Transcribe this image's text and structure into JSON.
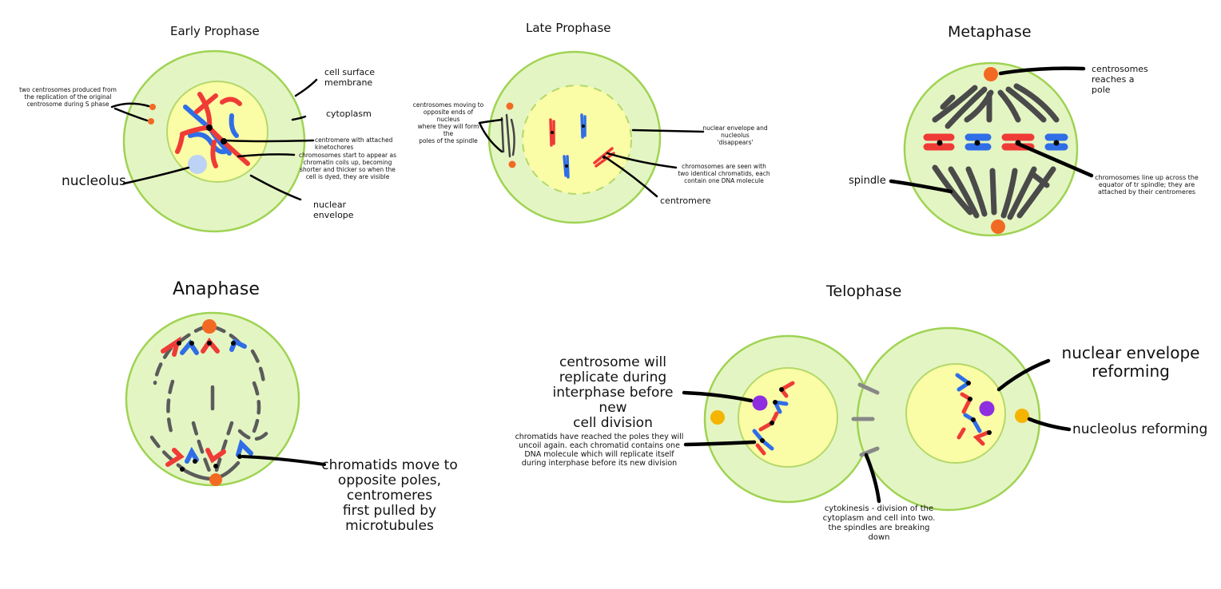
{
  "early_prophase": {
    "title": "Early Prophase",
    "label_centrosomes": "two centrosomes produced from\nthe replication of the original\ncentrosome during S phase",
    "label_membrane": "cell surface\nmembrane",
    "label_cytoplasm": "cytoplasm",
    "label_centromere": "centromere with attached\nkinetochores",
    "label_chromosomes": "chromosomes start to appear as\nchromatin coils up, becoming\nshorter and thicker so when the\ncell is dyed, they are visible",
    "label_nucleolus": "nucleolus",
    "label_envelope": "nuclear\nenvelope"
  },
  "late_prophase": {
    "title": "Late Prophase",
    "label_centrosomes": "centrosomes moving to\nopposite ends of nucleus\nwhere they will form the\npoles of the spindle",
    "label_envelope": "nuclear envelope and\nnucleolus\n'disappears'",
    "label_chromatids": "chromosomes are seen with\ntwo identical chromatids, each\ncontain one DNA molecule",
    "label_centromere": "centromere"
  },
  "metaphase": {
    "title": "Metaphase",
    "label_centrosomes": "centrosomes\nreaches a\npole",
    "label_spindle": "spindle",
    "label_lineup": "chromosomes line up across the\nequator of tr spindle; they are\nattached by their centromeres"
  },
  "anaphase": {
    "title": "Anaphase",
    "label_chromatids": "chromatids move to\nopposite poles, centromeres\nfirst pulled by microtubules"
  },
  "telophase": {
    "title": "Telophase",
    "label_centrosome": "centrosome will\nreplicate during\ninterphase before new\ncell division",
    "label_chromatids": "chromatids have reached the poles they will\nuncoil again. each chromatid contains one\nDNA molecule which will replicate itself\nduring interphase before its new division",
    "label_envelope": "nuclear envelope\nreforming",
    "label_nucleolus": "nucleolus reforming",
    "label_cytokinesis": "cytokinesis - division of the\ncytoplasm and cell into two.\nthe spindles are breaking\ndown"
  },
  "colors": {
    "cell_fill": "#e4f5c4",
    "cell_stroke": "#9fd353",
    "nucleus_fill": "#fbfca6",
    "nucleus_stroke": "#b3d96b",
    "red": "#ef3b36",
    "blue": "#2f6ee6",
    "spindle": "#555555",
    "centrosome": "#f26a21",
    "purple": "#8e2ee0",
    "gold": "#f5b400",
    "nucleolus_blue": "#bcd3f5"
  }
}
